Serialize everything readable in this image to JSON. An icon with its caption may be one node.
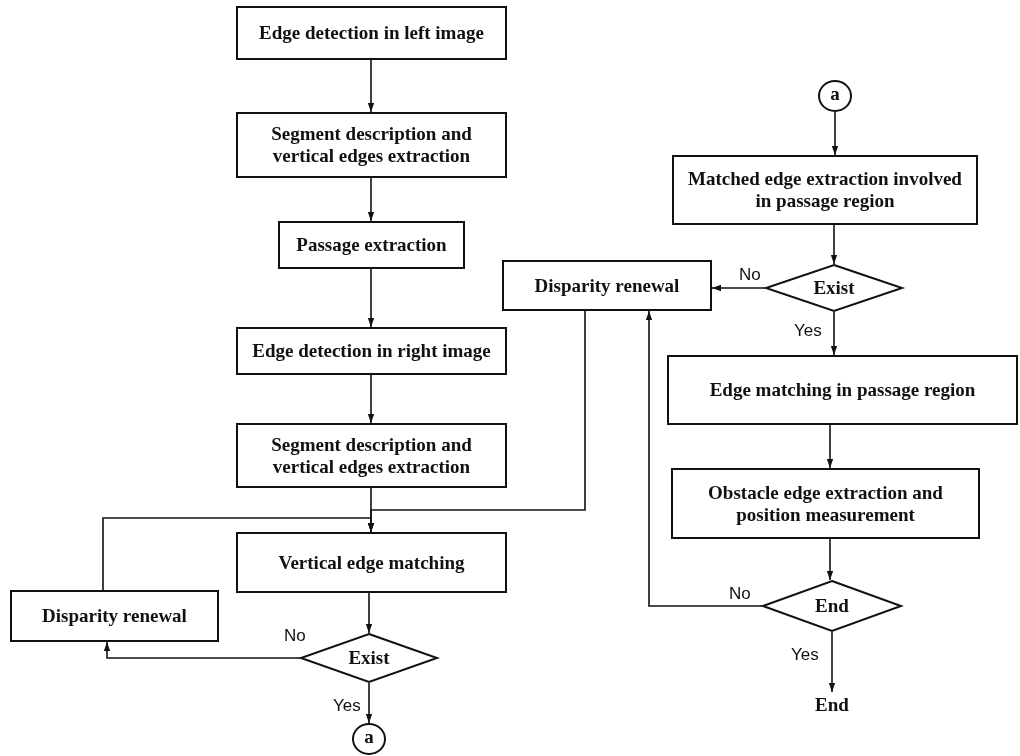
{
  "diagram": {
    "nodes": [
      {
        "text": [
          "Edge detection in left image"
        ]
      },
      {
        "text": [
          "Segment description and vertical edges extraction"
        ]
      },
      {
        "text": [
          "Passage extraction"
        ]
      },
      {
        "text": [
          "Edge detection in right image"
        ]
      },
      {
        "text": [
          "Segment description and vertical edges extraction"
        ]
      },
      {
        "text": [
          "Vertical edge matching"
        ]
      },
      {
        "text": [
          "Disparity renewal"
        ]
      },
      {
        "text": [
          "Exist"
        ]
      },
      {
        "text": [
          "a"
        ]
      },
      {
        "text": [
          "a"
        ]
      },
      {
        "text": [
          "Matched edge extraction involved in passage region"
        ]
      },
      {
        "text": [
          "Disparity renewal"
        ]
      },
      {
        "text": [
          "Exist"
        ]
      },
      {
        "text": [
          "Edge matching in passage region"
        ]
      },
      {
        "text": [
          "Obstacle edge extraction and position measurement"
        ]
      },
      {
        "text": [
          "End"
        ]
      },
      {
        "text": [
          "End"
        ]
      }
    ],
    "edges": [
      {
        "from": 0,
        "to": 1,
        "arrow": "to"
      },
      {
        "from": 1,
        "to": 2,
        "arrow": "to"
      },
      {
        "from": 2,
        "to": 3,
        "arrow": "to"
      },
      {
        "from": 3,
        "to": 4,
        "arrow": "to"
      },
      {
        "from": 4,
        "to": 5,
        "arrow": "to"
      },
      {
        "from": 5,
        "to": 7,
        "arrow": "to"
      },
      {
        "from": 7,
        "to": 6,
        "label": "No",
        "arrow": "to"
      },
      {
        "from": 6,
        "to": 5,
        "arrow": "to"
      },
      {
        "from": 7,
        "to": 8,
        "label": "Yes",
        "arrow": "to"
      },
      {
        "from": 9,
        "to": 10,
        "arrow": "to"
      },
      {
        "from": 10,
        "to": 12,
        "arrow": "to"
      },
      {
        "from": 12,
        "to": 11,
        "label": "No",
        "arrow": "to"
      },
      {
        "from": 11,
        "to": 5,
        "arrow": "to"
      },
      {
        "from": 12,
        "to": 13,
        "label": "Yes",
        "arrow": "to"
      },
      {
        "from": 13,
        "to": 14,
        "arrow": "to"
      },
      {
        "from": 14,
        "to": 15,
        "arrow": "to"
      },
      {
        "from": 15,
        "to": 11,
        "label": "No",
        "arrow": "to"
      },
      {
        "from": 15,
        "to": 16,
        "label": "Yes",
        "arrow": "to"
      }
    ]
  }
}
